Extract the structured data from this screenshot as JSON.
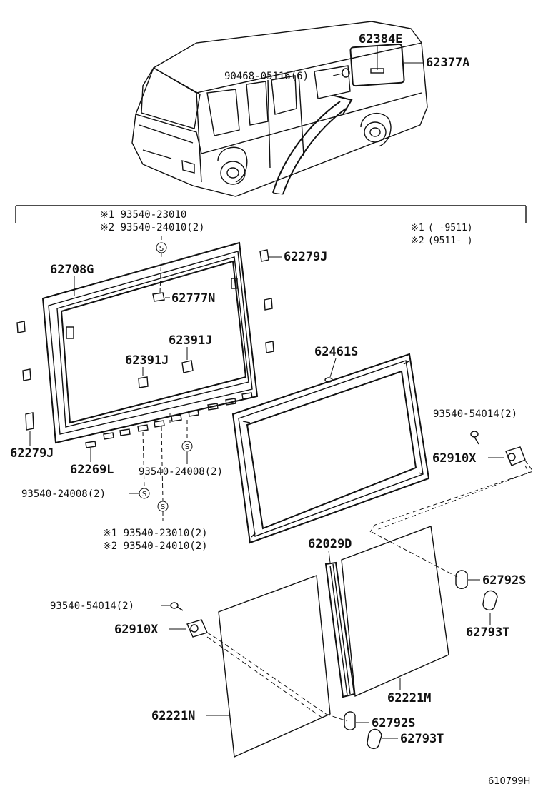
{
  "diagram": {
    "reference_code": "610799H",
    "notes": {
      "n1_mark": "※1",
      "n1_text": "(      -9511)",
      "n2_mark": "※2",
      "n2_text": "(9511-      )"
    },
    "labels": {
      "p62384E": "62384E",
      "p62377A": "62377A",
      "p90468": "90468-05116(6)",
      "head_n1": "※1 93540-23010",
      "head_n2": "※2 93540-24010(2)",
      "p62279J_top": "62279J",
      "p62708G": "62708G",
      "p62777N": "62777N",
      "p62391J_a": "62391J",
      "p62391J_b": "62391J",
      "p62461S": "62461S",
      "p93540_54014_r": "93540-54014(2)",
      "p62910X_r": "62910X",
      "p62279J_bot": "62279J",
      "p62269L": "62269L",
      "p93540_24008_a": "93540-24008(2)",
      "p93540_24008_b": "93540-24008(2)",
      "foot_n1": "※1 93540-23010(2)",
      "foot_n2": "※2 93540-24010(2)",
      "p62029D": "62029D",
      "p62792S_r": "62792S",
      "p62793T_r": "62793T",
      "p93540_54014_l": "93540-54014(2)",
      "p62910X_l": "62910X",
      "p62221M": "62221M",
      "p62221N": "62221N",
      "p62792S_b": "62792S",
      "p62793T_b": "62793T"
    },
    "screw_symbol": "S"
  }
}
